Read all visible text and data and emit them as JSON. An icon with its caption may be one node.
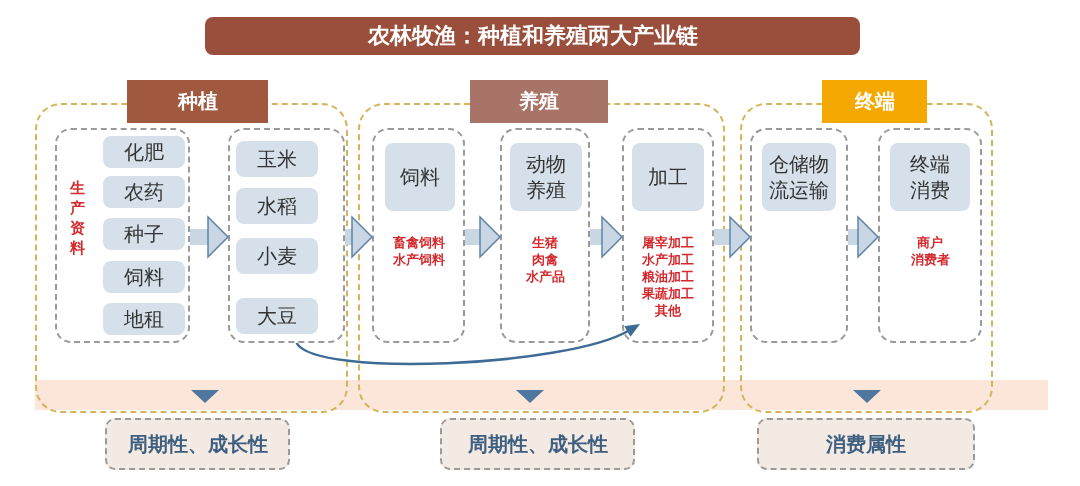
{
  "diagram": {
    "title": "农林牧渔：种植和养殖两大产业链",
    "nodes": [
      {
        "text": [
          "种植"
        ]
      },
      {
        "text": [
          "生产资料"
        ],
        "in": 0
      },
      {
        "text": [
          "化肥"
        ],
        "in": 1
      },
      {
        "text": [
          "农药"
        ],
        "in": 1
      },
      {
        "text": [
          "种子"
        ],
        "in": 1
      },
      {
        "text": [
          "饲料"
        ],
        "in": 1
      },
      {
        "text": [
          "地租"
        ],
        "in": 1
      },
      {
        "text": [],
        "shape": "box",
        "in": 0
      },
      {
        "text": [
          "玉米"
        ],
        "in": 7
      },
      {
        "text": [
          "水稻"
        ],
        "in": 7
      },
      {
        "text": [
          "小麦"
        ],
        "in": 7
      },
      {
        "text": [
          "大豆"
        ],
        "in": 7
      },
      {
        "text": [
          "养殖"
        ]
      },
      {
        "text": [
          "畜禽饲料",
          "水产饲料"
        ],
        "in": 12
      },
      {
        "text": [
          "饲料"
        ],
        "in": 13
      },
      {
        "text": [
          "生猪",
          "肉禽",
          "水产品"
        ],
        "in": 12
      },
      {
        "text": [
          "动物养殖"
        ],
        "in": 15
      },
      {
        "text": [
          "屠宰加工",
          "水产加工",
          "粮油加工",
          "果蔬加工",
          "其他"
        ],
        "in": 12
      },
      {
        "text": [
          "加工"
        ],
        "in": 17
      },
      {
        "text": [
          "终端"
        ]
      },
      {
        "text": [],
        "shape": "box",
        "in": 19
      },
      {
        "text": [
          "仓储物流运输"
        ],
        "in": 20
      },
      {
        "text": [
          "商户",
          "消费者"
        ],
        "in": 19
      },
      {
        "text": [
          "终端消费"
        ],
        "in": 22
      },
      {
        "text": [
          "周期性、成长性"
        ]
      },
      {
        "text": [
          "周期性、成长性"
        ]
      },
      {
        "text": [
          "消费属性"
        ]
      }
    ],
    "edges": [
      {
        "from": 1,
        "to": 7,
        "arrow": "to"
      },
      {
        "from": 7,
        "to": 13,
        "arrow": "to"
      },
      {
        "from": 13,
        "to": 15,
        "arrow": "to"
      },
      {
        "from": 15,
        "to": 17,
        "arrow": "to"
      },
      {
        "from": 17,
        "to": 20,
        "arrow": "to"
      },
      {
        "from": 20,
        "to": 22,
        "arrow": "to"
      },
      {
        "from": 7,
        "to": 17,
        "arrow": "to",
        "color": "#3d6b96"
      }
    ]
  }
}
